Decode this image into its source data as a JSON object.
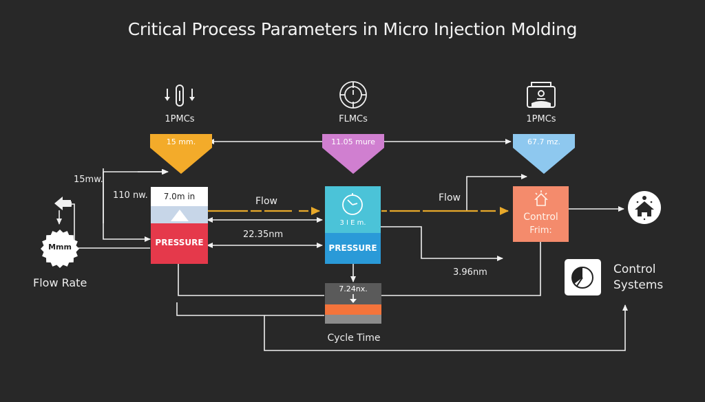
{
  "title": "Critical Process Parameters in Micro Injection Molding",
  "colors": {
    "background": "#282828",
    "funnel_left": "#f3ab2a",
    "funnel_mid": "#d07fd0",
    "funnel_right": "#8ec8ef",
    "pressure_left_top": "#ffffff",
    "pressure_left_mid": "#c7d6e8",
    "pressure_left_bottom": "#e5394b",
    "pressure_mid_top": "#4bc3d8",
    "pressure_mid_bottom": "#2a9ad8",
    "control_block": "#f48b6c",
    "cycle_top": "#5a5a5a",
    "cycle_band": "#f4743b",
    "cycle_bottom": "#8c8c8c",
    "flow_arrow": "#e8a92a",
    "line": "#f0f0f0"
  },
  "top_nodes": [
    {
      "icon": "thermometer-icon",
      "label": "1PMCs",
      "value": "15 mm."
    },
    {
      "icon": "gauge-icon",
      "label": "FLMCs",
      "value": "11.05 mure"
    },
    {
      "icon": "machine-icon",
      "label": "1PMCs",
      "value": "67.7 mz."
    }
  ],
  "left": {
    "outer_value": "15mw.",
    "inner_value": "110 nw.",
    "badge_value": "Mmm",
    "caption": "Flow Rate"
  },
  "pressure_left": {
    "value": "7.0m in",
    "label": "PRESSURE"
  },
  "pressure_mid": {
    "value": "3 I E m.",
    "label": "PRESSURE"
  },
  "connectors": {
    "flow_left": "Flow",
    "dimension_left": "22.35nm",
    "flow_right": "Flow",
    "dimension_right": "3.96nm"
  },
  "cycle": {
    "value": "7.24nx.",
    "caption": "Cycle Time"
  },
  "control": {
    "block_line1": "Control",
    "block_line2": "Frim:",
    "systems_line1": "Control",
    "systems_line2": "Systems",
    "output_icon": "home-icon",
    "systems_icon": "clock-icon"
  }
}
